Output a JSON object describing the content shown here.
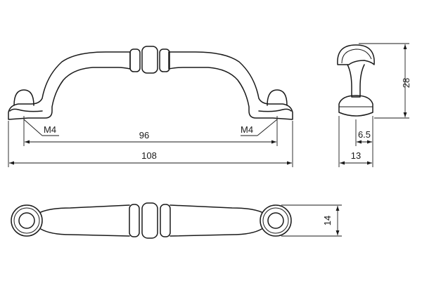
{
  "drawing": {
    "front_view": {
      "thread_left": "M4",
      "thread_right": "M4",
      "hole_spacing": "96",
      "overall_length": "108"
    },
    "side_view": {
      "height": "28",
      "thread_offset": "6.5",
      "depth": "13"
    },
    "top_view": {
      "width": "14"
    },
    "colors": {
      "line": "#1a1a1a",
      "background": "#ffffff"
    }
  }
}
